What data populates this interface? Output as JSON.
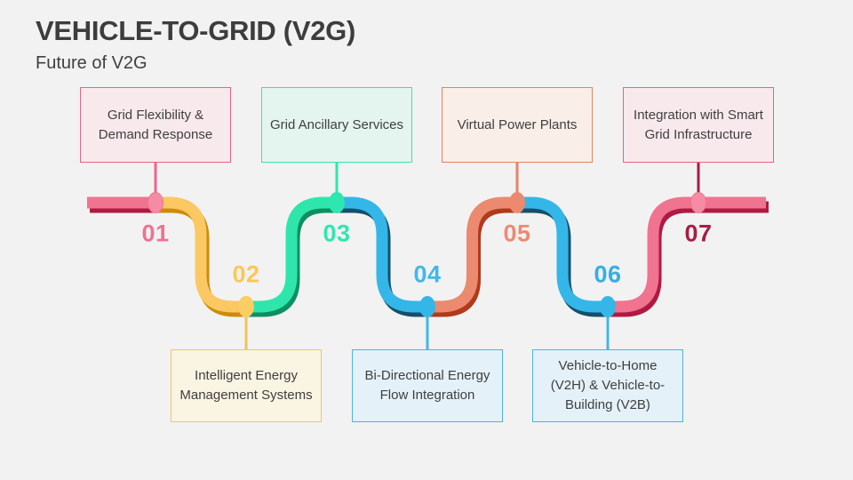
{
  "slide": {
    "title": "VEHICLE-TO-GRID (V2G)",
    "subtitle": "Future of V2G",
    "background_color": "#f2f2f2",
    "title_color": "#3d3d3d"
  },
  "timeline": {
    "type": "snake-process-timeline",
    "steps": [
      {
        "label": "01",
        "title": "Grid Flexibility & Demand Response",
        "position": "top",
        "colors": {
          "ribbon_light": "#f0738f",
          "ribbon_dark": "#b01a42",
          "number": "#ee7292",
          "node": "#f58ca6",
          "connector": "#f0648c",
          "box_border": "#e8647f",
          "box_fill": "#f8e9ed"
        }
      },
      {
        "label": "02",
        "title": "Intelligent Energy Management Systems",
        "position": "bottom",
        "colors": {
          "ribbon_light": "#fbc863",
          "ribbon_dark": "#cc8c08",
          "number": "#fbc854",
          "node": "#fbce63",
          "connector": "#f3c254",
          "box_border": "#edc85d",
          "box_fill": "#faf4e3"
        }
      },
      {
        "label": "03",
        "title": "Grid Ancillary Services",
        "position": "top",
        "colors": {
          "ribbon_light": "#2ee6ac",
          "ribbon_dark": "#0d8f62",
          "number": "#2ee6b0",
          "node": "#2ee6b0",
          "connector": "#2ee6b0",
          "box_border": "#3ce2ad",
          "box_fill": "#e4f5ef"
        }
      },
      {
        "label": "04",
        "title": "Bi-Directional Energy Flow Integration",
        "position": "bottom",
        "colors": {
          "ribbon_light": "#35b6e8",
          "ribbon_dark": "#14506b",
          "number": "#41b8e8",
          "node": "#35b6e8",
          "connector": "#41b8e8",
          "box_border": "#4bb5e3",
          "box_fill": "#e4f1f8"
        }
      },
      {
        "label": "05",
        "title": "Virtual Power Plants",
        "position": "top",
        "colors": {
          "ribbon_light": "#eb8a6e",
          "ribbon_dark": "#b03a1c",
          "number": "#ec8a72",
          "node": "#eb8a70",
          "connector": "#e8826a",
          "box_border": "#e08560",
          "box_fill": "#f9eee8"
        }
      },
      {
        "label": "06",
        "title": "Vehicle-to-Home (V2H) & Vehicle-to-Building (V2B)",
        "position": "bottom",
        "colors": {
          "ribbon_light": "#35b6e8",
          "ribbon_dark": "#14506b",
          "number": "#35aee8",
          "node": "#35b6e8",
          "connector": "#41b8e8",
          "box_border": "#4bb5e3",
          "box_fill": "#e4f1f8"
        }
      },
      {
        "label": "07",
        "title": "Integration with Smart Grid Infrastructure",
        "position": "top",
        "colors": {
          "ribbon_light": "#f0738f",
          "ribbon_dark": "#b01a42",
          "number": "#a51e45",
          "node": "#f58ca6",
          "connector": "#a51e45",
          "box_border": "#e8647f",
          "box_fill": "#f8e9ed"
        }
      }
    ]
  }
}
